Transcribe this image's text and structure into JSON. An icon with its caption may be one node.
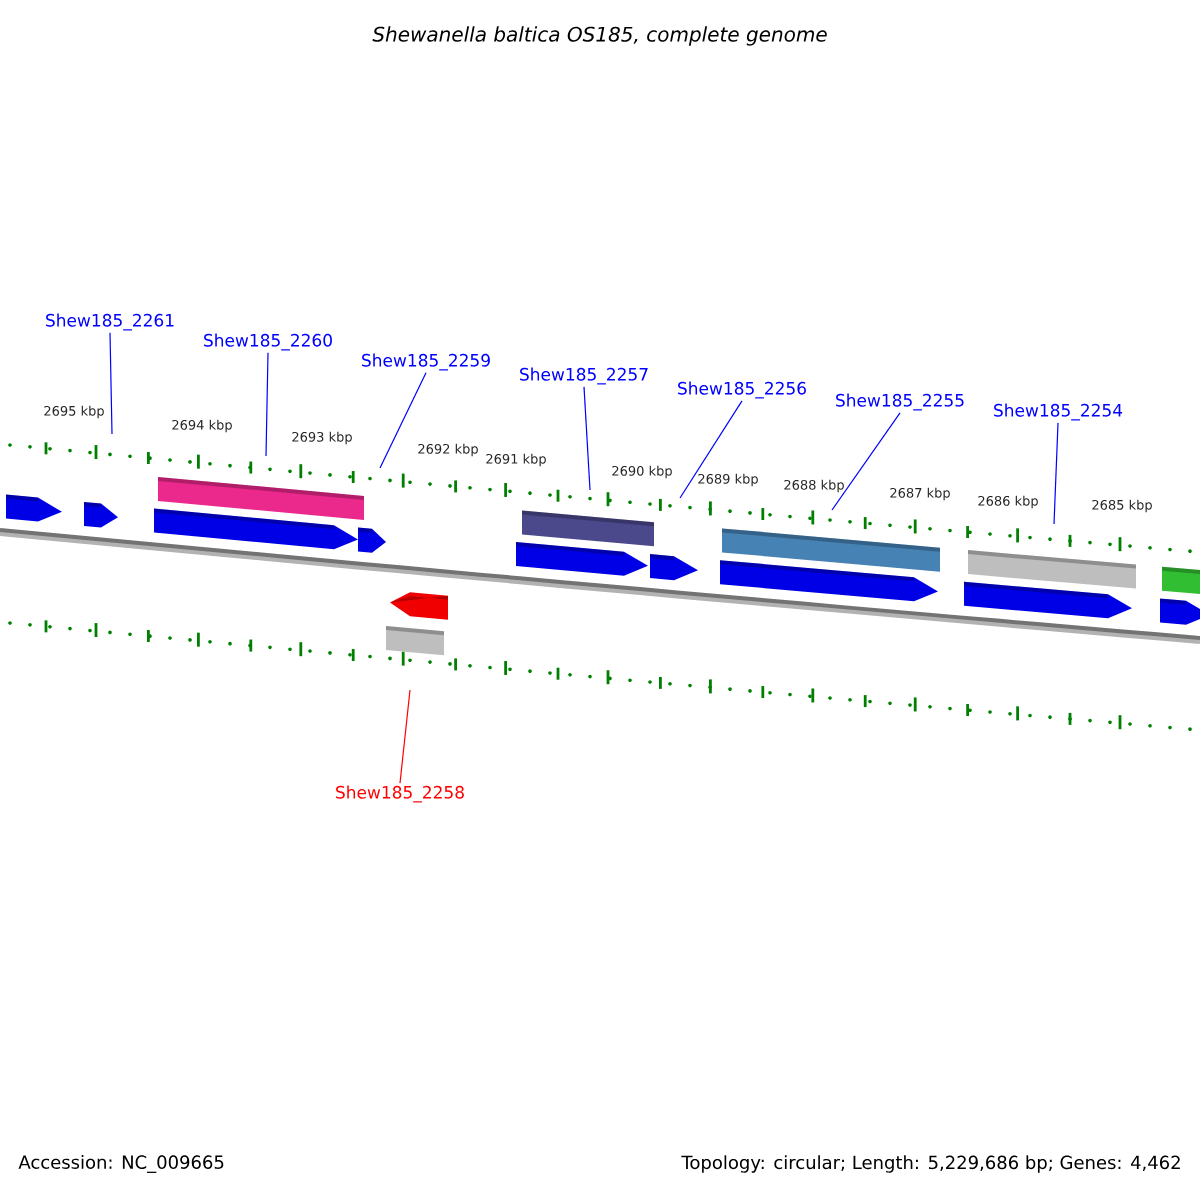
{
  "diagram": {
    "title": "Shewanella baltica OS185, complete genome",
    "nodes": [
      {
        "text": [
          "Shew185_2261"
        ]
      },
      {
        "text": [
          "Shew185_2260"
        ]
      },
      {
        "text": [
          "Shew185_2259"
        ]
      },
      {
        "text": [
          "Shew185_2257"
        ]
      },
      {
        "text": [
          "Shew185_2256"
        ]
      },
      {
        "text": [
          "Shew185_2255"
        ]
      },
      {
        "text": [
          "Shew185_2254"
        ]
      },
      {
        "text": [
          "Shew185_2258"
        ]
      }
    ],
    "edges": [
      {
        "from": 0,
        "to": null,
        "arrow": "none"
      },
      {
        "from": 1,
        "to": null,
        "arrow": "none"
      },
      {
        "from": 2,
        "to": null,
        "arrow": "none"
      },
      {
        "from": 3,
        "to": null,
        "arrow": "none"
      },
      {
        "from": 4,
        "to": null,
        "arrow": "none"
      },
      {
        "from": 5,
        "to": null,
        "arrow": "none"
      },
      {
        "from": 6,
        "to": null,
        "arrow": "none"
      },
      {
        "from": 7,
        "to": null,
        "arrow": "none",
        "color": "#ff0000"
      }
    ],
    "labels": [
      "2695 kbp",
      "2694 kbp",
      "2693 kbp",
      "2692 kbp",
      "2691 kbp",
      "2690 kbp",
      "2689 kbp",
      "2688 kbp",
      "2687 kbp",
      "2686 kbp",
      "2685 kbp",
      "Accession: NC_009665",
      "Topology: circular; Length: 5,229,686 bp; Genes: 4,462"
    ]
  }
}
